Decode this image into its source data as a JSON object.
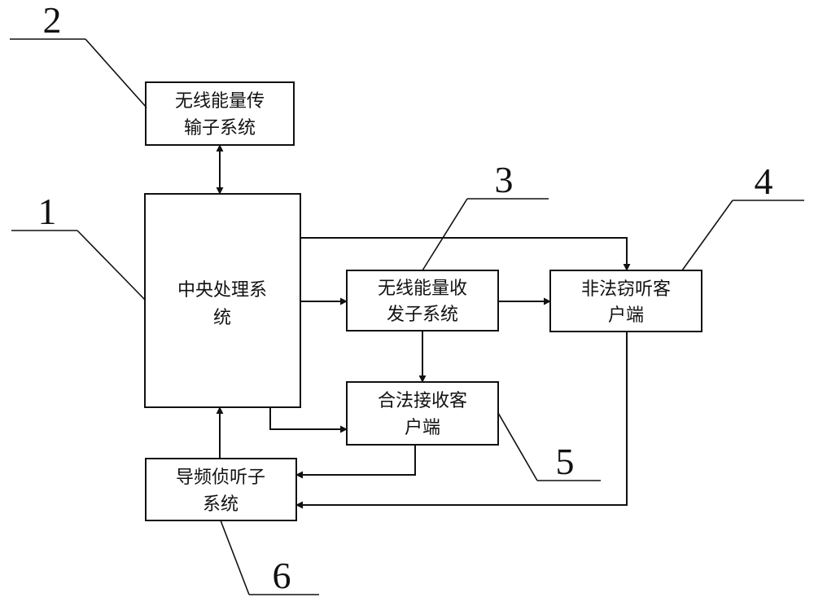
{
  "blocks": {
    "wireless_power_transfer": {
      "line1": "无线能量传",
      "line2": "输子系统"
    },
    "central_processing": {
      "line1": "中央处理系",
      "line2": "统"
    },
    "wireless_power_transceiver": {
      "line1": "无线能量收",
      "line2": "发子系统"
    },
    "illegal_eavesdropper": {
      "line1": "非法窃听客",
      "line2": "户端"
    },
    "legal_receiver": {
      "line1": "合法接收客",
      "line2": "户端"
    },
    "pilot_detection": {
      "line1": "导频侦听子",
      "line2": "系统"
    }
  },
  "reference_numbers": {
    "central_processing": "1",
    "wireless_power_transfer": "2",
    "wireless_power_transceiver": "3",
    "illegal_eavesdropper": "4",
    "legal_receiver": "5",
    "pilot_detection": "6"
  }
}
